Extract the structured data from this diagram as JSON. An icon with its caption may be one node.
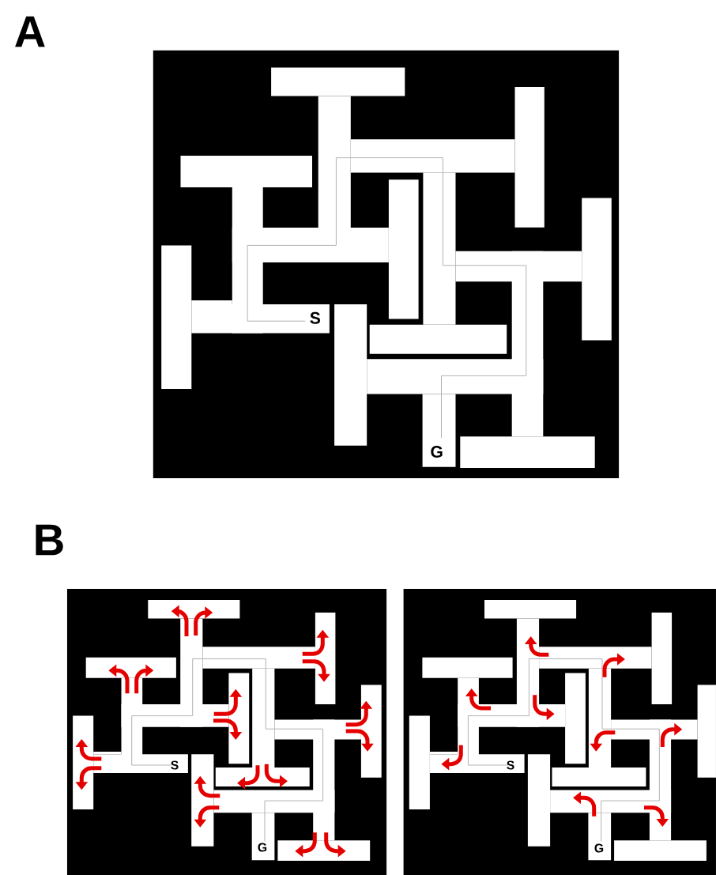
{
  "diagram": {
    "labels": [
      "A",
      "S",
      "G",
      "B",
      "S",
      "G",
      "S",
      "G"
    ]
  }
}
